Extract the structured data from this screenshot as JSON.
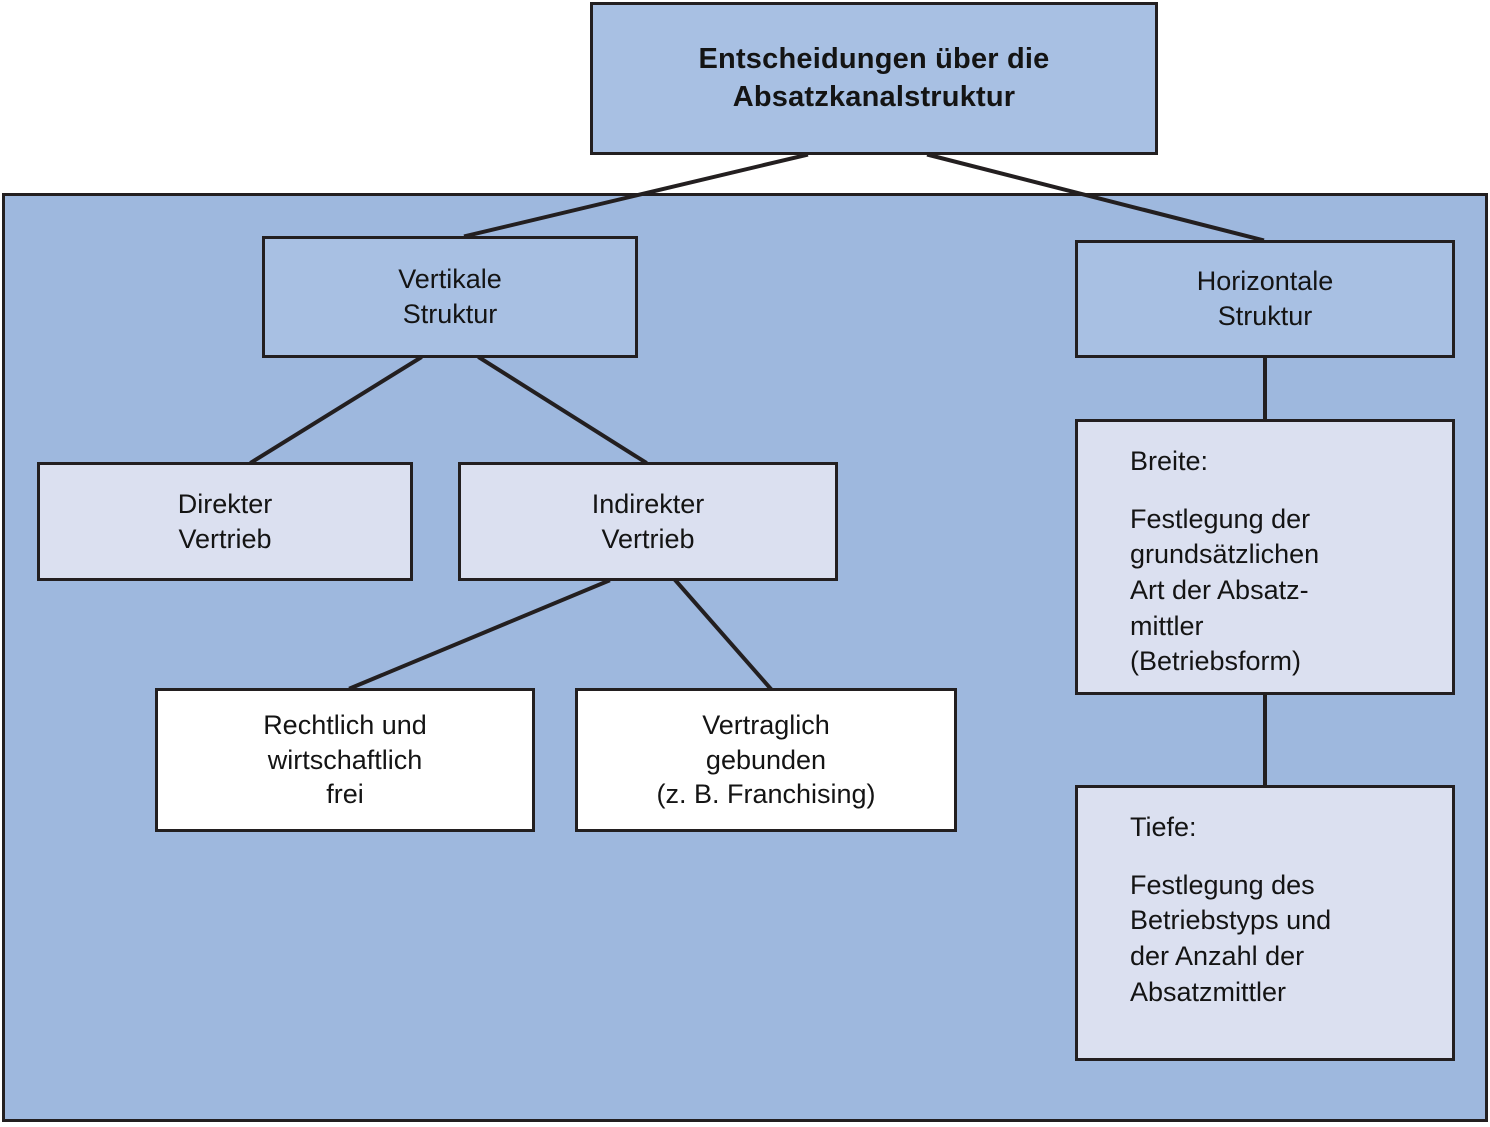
{
  "diagram": {
    "title": "Entscheidungen über die Absatzkanalstruktur",
    "colors": {
      "panel_background": "#9eb8de",
      "node_mid_fill": "#a8c0e3",
      "node_light_fill": "#dbe0f0",
      "node_white_fill": "#ffffff",
      "border": "#231f20",
      "text": "#141414"
    },
    "nodes": {
      "title": {
        "line1": "Entscheidungen über die",
        "line2": "Absatzkanalstruktur"
      },
      "vertikale": {
        "line1": "Vertikale",
        "line2": "Struktur"
      },
      "horizontale": {
        "line1": "Horizontale",
        "line2": "Struktur"
      },
      "direkter_vertrieb": {
        "line1": "Direkter",
        "line2": "Vertrieb"
      },
      "indirekter_vertrieb": {
        "line1": "Indirekter",
        "line2": "Vertrieb"
      },
      "rechtlich_frei": {
        "line1": "Rechtlich und",
        "line2": "wirtschaftlich",
        "line3": "frei"
      },
      "vertraglich_gebunden": {
        "line1": "Vertraglich",
        "line2": "gebunden",
        "line3": "(z. B. Franchising)"
      },
      "breite": {
        "heading": "Breite:",
        "line1": "Festlegung der",
        "line2": "grundsätzlichen",
        "line3": "Art der Absatz-",
        "line4": "mittler",
        "line5": "(Betriebsform)"
      },
      "tiefe": {
        "heading": "Tiefe:",
        "line1": "Festlegung des",
        "line2": "Betriebstyps und",
        "line3": "der Anzahl der",
        "line4": "Absatzmittler"
      }
    },
    "edges": [
      {
        "from": "title",
        "to": "vertikale"
      },
      {
        "from": "title",
        "to": "horizontale"
      },
      {
        "from": "vertikale",
        "to": "direkter_vertrieb"
      },
      {
        "from": "vertikale",
        "to": "indirekter_vertrieb"
      },
      {
        "from": "indirekter_vertrieb",
        "to": "rechtlich_frei"
      },
      {
        "from": "indirekter_vertrieb",
        "to": "vertraglich_gebunden"
      },
      {
        "from": "horizontale",
        "to": "breite"
      },
      {
        "from": "breite",
        "to": "tiefe"
      }
    ]
  }
}
